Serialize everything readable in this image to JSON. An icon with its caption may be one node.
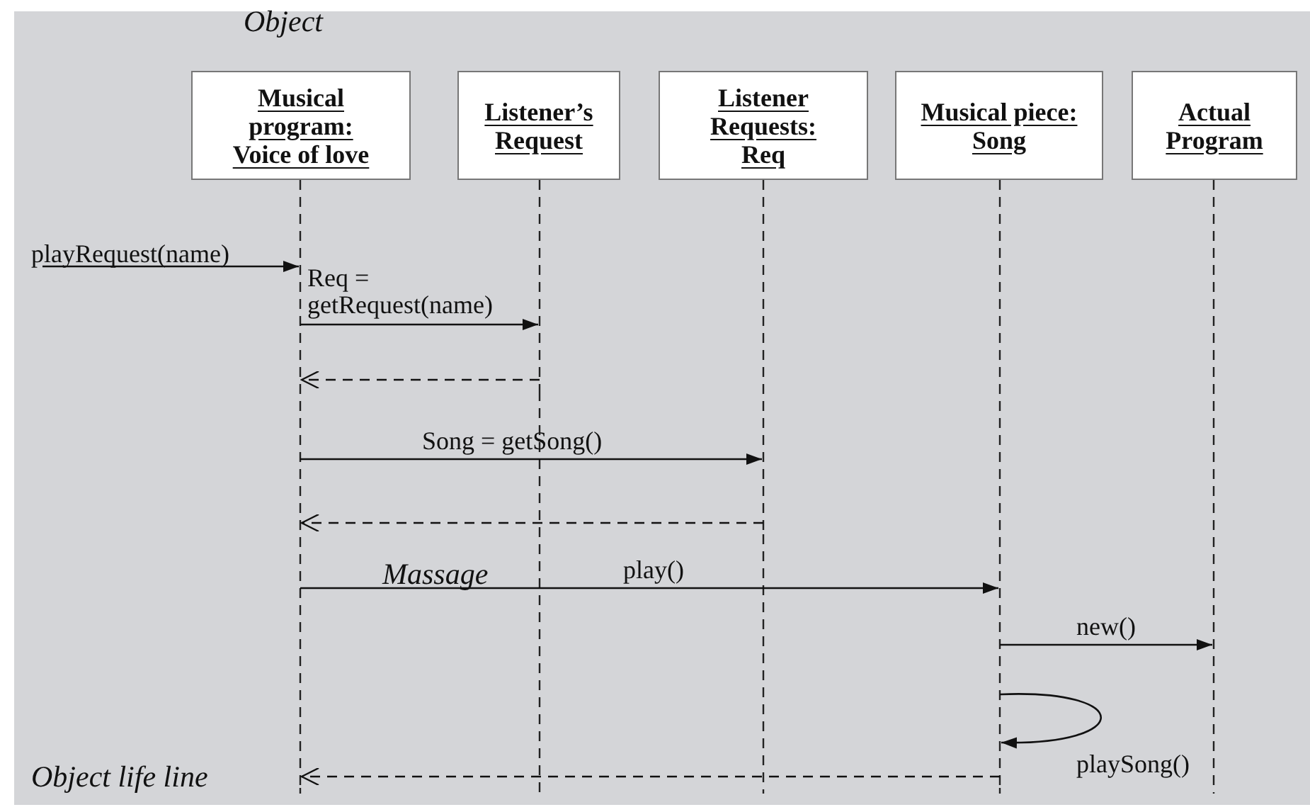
{
  "diagram": {
    "nodes": [
      {
        "text": [
          "Musical program: Voice of love"
        ]
      },
      {
        "text": [
          "Listener’s Request"
        ]
      },
      {
        "text": [
          "Listener Requests: Req"
        ]
      },
      {
        "text": [
          "Musical piece: Song"
        ]
      },
      {
        "text": [
          "Actual Program"
        ]
      }
    ],
    "edges": [
      {
        "from": null,
        "to": 0,
        "arrow": "to",
        "label": "playRequest(name)"
      },
      {
        "from": 0,
        "to": 1,
        "arrow": "to",
        "label": "Req = getRequest(name)"
      },
      {
        "from": 1,
        "to": 0,
        "arrow": "to",
        "style": "dashed"
      },
      {
        "from": 0,
        "to": 2,
        "arrow": "to",
        "label": "Song = getSong()"
      },
      {
        "from": 2,
        "to": 0,
        "arrow": "to",
        "style": "dashed"
      },
      {
        "from": 0,
        "to": 3,
        "arrow": "to",
        "label": "play()"
      },
      {
        "from": 3,
        "to": 4,
        "arrow": "to",
        "label": "new()"
      },
      {
        "from": 3,
        "to": 3,
        "arrow": "to",
        "label": "playSong()"
      },
      {
        "from": 3,
        "to": 0,
        "arrow": "to",
        "style": "dashed"
      }
    ],
    "labels": [
      "Object",
      "Massage",
      "Object life line"
    ]
  }
}
